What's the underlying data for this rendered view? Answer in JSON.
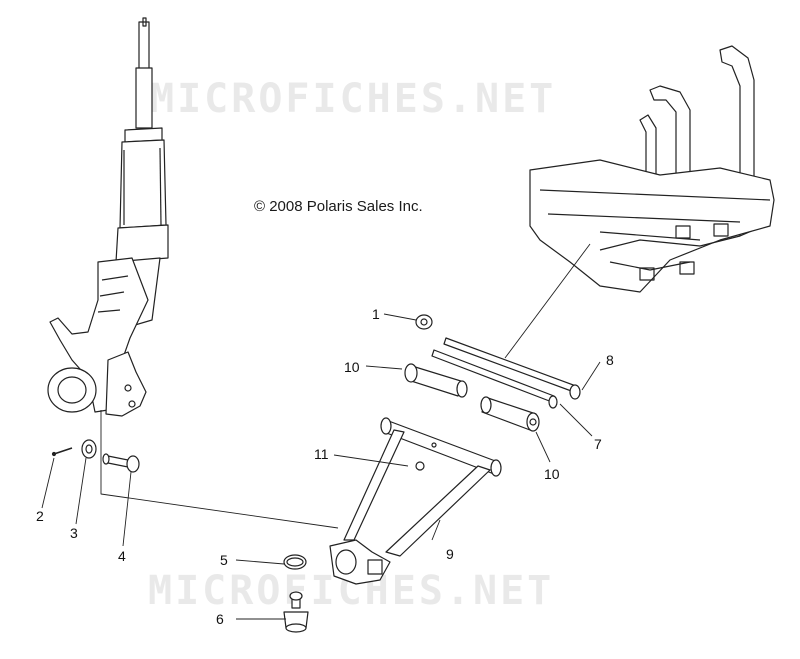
{
  "watermark_text": "MICROFICHES.NET",
  "copyright": "© 2008 Polaris Sales Inc.",
  "callouts": {
    "c1": "1",
    "c2": "2",
    "c3": "3",
    "c4": "4",
    "c5": "5",
    "c6": "6",
    "c7": "7",
    "c8": "8",
    "c9": "9",
    "c10a": "10",
    "c10b": "10",
    "c11": "11"
  }
}
